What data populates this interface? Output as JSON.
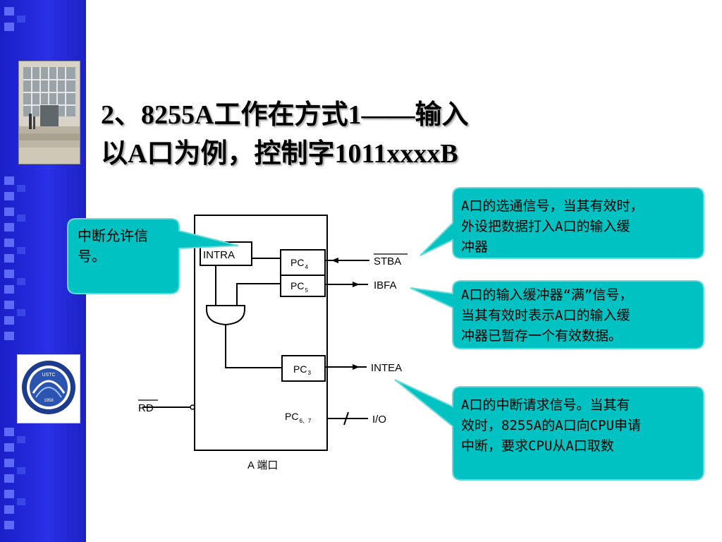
{
  "slide": {
    "title_lines": "2、8255A工作在方式1——输入\n以A口为例，控制字1011xxxxB"
  },
  "diagram": {
    "block_intr": "INTRA",
    "pin_pc4": "PC",
    "pin_pc4_sub": "4",
    "pin_pc5": "PC",
    "pin_pc5_sub": "5",
    "pin_pc3": "PC",
    "pin_pc3_sub": "3",
    "pin_pc67": "PC",
    "pin_pc67_sub": "6、7",
    "signal_stb": "STBA",
    "signal_ibf": "IBFA",
    "signal_intr": "INTEA",
    "signal_io": "I/O",
    "signal_rd": "RD",
    "port_label": "A 端口"
  },
  "callouts": {
    "intr_enable": "中断允许信\n号。",
    "stb": "A口的选通信号，当其有效时，\n外设把数据打入A口的输入缓\n冲器",
    "ibf": "A口的输入缓冲器“满”信号，\n当其有效时表示A口的输入缓\n冲器已暂存一个有效数据。",
    "intr": "A口的中断请求信号。当其有\n效时，8255A的A口向CPU申请\n中断，要求CPU从A口取数"
  },
  "colors": {
    "callout_fill": "#00c2c2",
    "sidebar_blue": "#2228d8"
  }
}
